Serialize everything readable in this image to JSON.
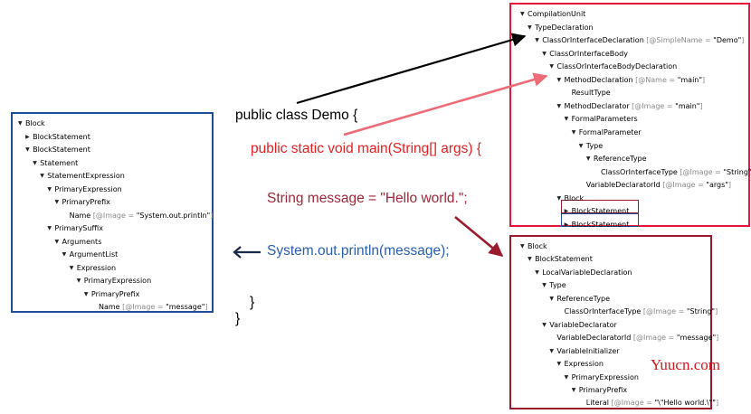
{
  "colors": {
    "blue_frame": "#1f4e9c",
    "red_frame": "#e8143a",
    "dark_red_frame": "#9b1a2c",
    "code_black": "#000000",
    "code_red": "#e51f1f",
    "code_dark_red": "#a0283a",
    "code_blue": "#2a5fb0",
    "attr_gray": "#8a8a8a"
  },
  "code": {
    "line1": "public class Demo {",
    "line2": "public static void main(String[] args) {",
    "line3": "String message = \"Hello world.\";",
    "line4": "System.out.println(message);",
    "line5": "}",
    "line6": "}"
  },
  "watermark": "Yuucn.com",
  "trees": {
    "compilation": [
      {
        "label": "CompilationUnit",
        "attr": "",
        "expanded": true
      },
      {
        "label": "TypeDeclaration",
        "attr": "",
        "expanded": true
      },
      {
        "label": "ClassOrInterfaceDeclaration",
        "attr": "[@SimpleName = \"Demo\"]",
        "expanded": true
      },
      {
        "label": "ClassOrInterfaceBody",
        "attr": "",
        "expanded": true
      },
      {
        "label": "ClassOrInterfaceBodyDeclaration",
        "attr": "",
        "expanded": true
      },
      {
        "label": "MethodDeclaration",
        "attr": "[@Name = \"main\"]",
        "expanded": true
      },
      {
        "label": "ResultType",
        "attr": "",
        "expanded": null
      },
      {
        "label": "MethodDeclarator",
        "attr": "[@Image = \"main\"]",
        "expanded": true
      },
      {
        "label": "FormalParameters",
        "attr": "",
        "expanded": true
      },
      {
        "label": "FormalParameter",
        "attr": "",
        "expanded": true
      },
      {
        "label": "Type",
        "attr": "",
        "expanded": true
      },
      {
        "label": "ReferenceType",
        "attr": "",
        "expanded": true
      },
      {
        "label": "ClassOrInterfaceType",
        "attr": "[@Image = \"String\"]",
        "expanded": null
      },
      {
        "label": "VariableDeclaratorId",
        "attr": "[@Image = \"args\"]",
        "expanded": null
      },
      {
        "label": "Block",
        "attr": "",
        "expanded": true
      },
      {
        "label": "BlockStatement",
        "attr": "",
        "expanded": false
      },
      {
        "label": "BlockStatement",
        "attr": "",
        "expanded": false
      }
    ],
    "left_block": [
      {
        "label": "Block",
        "attr": "",
        "expanded": true
      },
      {
        "label": "BlockStatement",
        "attr": "",
        "expanded": false
      },
      {
        "label": "BlockStatement",
        "attr": "",
        "expanded": true
      },
      {
        "label": "Statement",
        "attr": "",
        "expanded": true
      },
      {
        "label": "StatementExpression",
        "attr": "",
        "expanded": true
      },
      {
        "label": "PrimaryExpression",
        "attr": "",
        "expanded": true
      },
      {
        "label": "PrimaryPrefix",
        "attr": "",
        "expanded": true
      },
      {
        "label": "Name",
        "attr": "[@Image = \"System.out.println\"]",
        "expanded": null
      },
      {
        "label": "PrimarySuffix",
        "attr": "",
        "expanded": true
      },
      {
        "label": "Arguments",
        "attr": "",
        "expanded": true
      },
      {
        "label": "ArgumentList",
        "attr": "",
        "expanded": true
      },
      {
        "label": "Expression",
        "attr": "",
        "expanded": true
      },
      {
        "label": "PrimaryExpression",
        "attr": "",
        "expanded": true
      },
      {
        "label": "PrimaryPrefix",
        "attr": "",
        "expanded": true
      },
      {
        "label": "Name",
        "attr": "[@Image = \"message\"]",
        "expanded": null
      }
    ],
    "right_block": [
      {
        "label": "Block",
        "attr": "",
        "expanded": true
      },
      {
        "label": "BlockStatement",
        "attr": "",
        "expanded": true
      },
      {
        "label": "LocalVariableDeclaration",
        "attr": "",
        "expanded": true
      },
      {
        "label": "Type",
        "attr": "",
        "expanded": true
      },
      {
        "label": "ReferenceType",
        "attr": "",
        "expanded": true
      },
      {
        "label": "ClassOrInterfaceType",
        "attr": "[@Image = \"String\"]",
        "expanded": null
      },
      {
        "label": "VariableDeclarator",
        "attr": "",
        "expanded": true
      },
      {
        "label": "VariableDeclaratorId",
        "attr": "[@Image = \"message\"]",
        "expanded": null
      },
      {
        "label": "VariableInitializer",
        "attr": "",
        "expanded": true
      },
      {
        "label": "Expression",
        "attr": "",
        "expanded": true
      },
      {
        "label": "PrimaryExpression",
        "attr": "",
        "expanded": true
      },
      {
        "label": "PrimaryPrefix",
        "attr": "",
        "expanded": true
      },
      {
        "label": "Literal",
        "attr": "[@Image = \"\\\"Hello world.\\\"\"]",
        "expanded": null
      }
    ]
  }
}
